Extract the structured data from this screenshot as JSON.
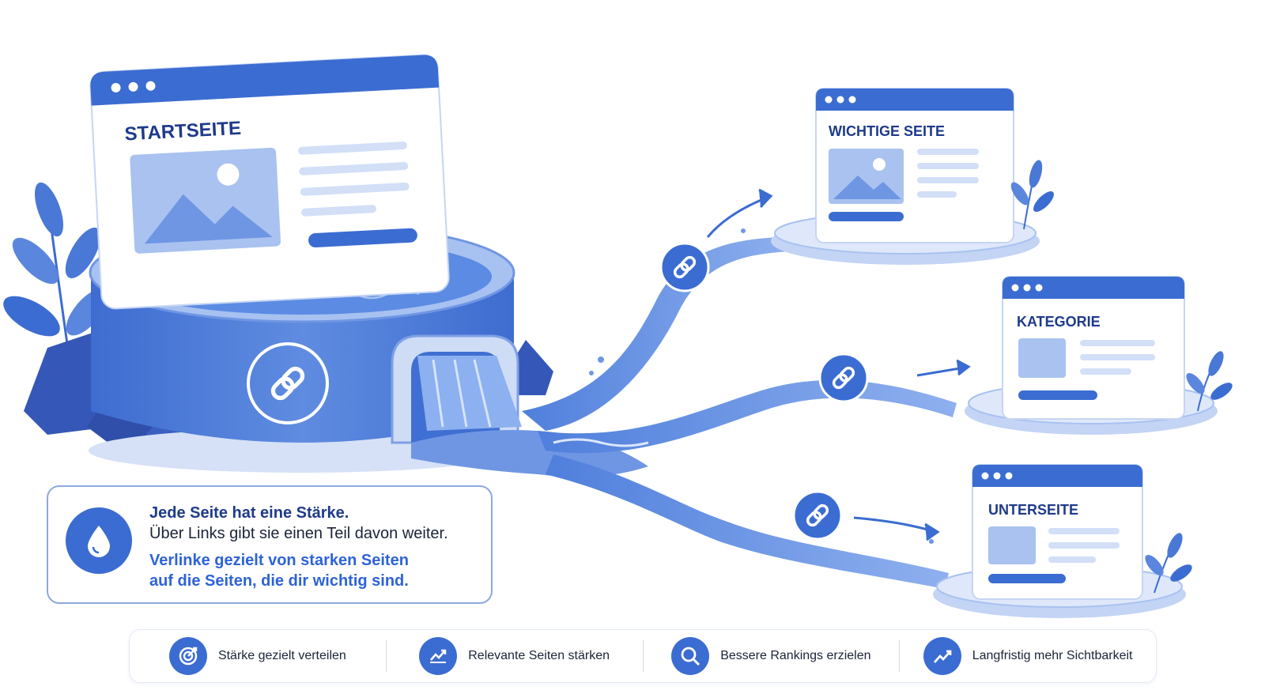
{
  "pages": {
    "home": {
      "title": "STARTSEITE"
    },
    "important": {
      "title": "WICHTIGE SEITE"
    },
    "category": {
      "title": "KATEGORIE"
    },
    "subpage": {
      "title": "UNTERSEITE"
    }
  },
  "info": {
    "line1": "Jede Seite hat eine Stärke.",
    "line2": "Über Links gibt sie einen Teil davon weiter.",
    "line3": "Verlinke gezielt von starken Seiten",
    "line4": "auf die Seiten, die dir wichtig sind.",
    "icon": "water-drop-icon"
  },
  "benefits": [
    {
      "label": "Stärke gezielt verteilen",
      "icon": "target-icon"
    },
    {
      "label": "Relevante Seiten stärken",
      "icon": "trend-up-icon"
    },
    {
      "label": "Bessere Rankings erzielen",
      "icon": "search-icon"
    },
    {
      "label": "Langfristig mehr Sichtbarkeit",
      "icon": "trend-up-icon"
    }
  ],
  "colors": {
    "primary": "#3b6cd1",
    "dark_blue": "#1e3a8a",
    "light_blue": "#a9c2f0",
    "water": "#5b8be3"
  }
}
